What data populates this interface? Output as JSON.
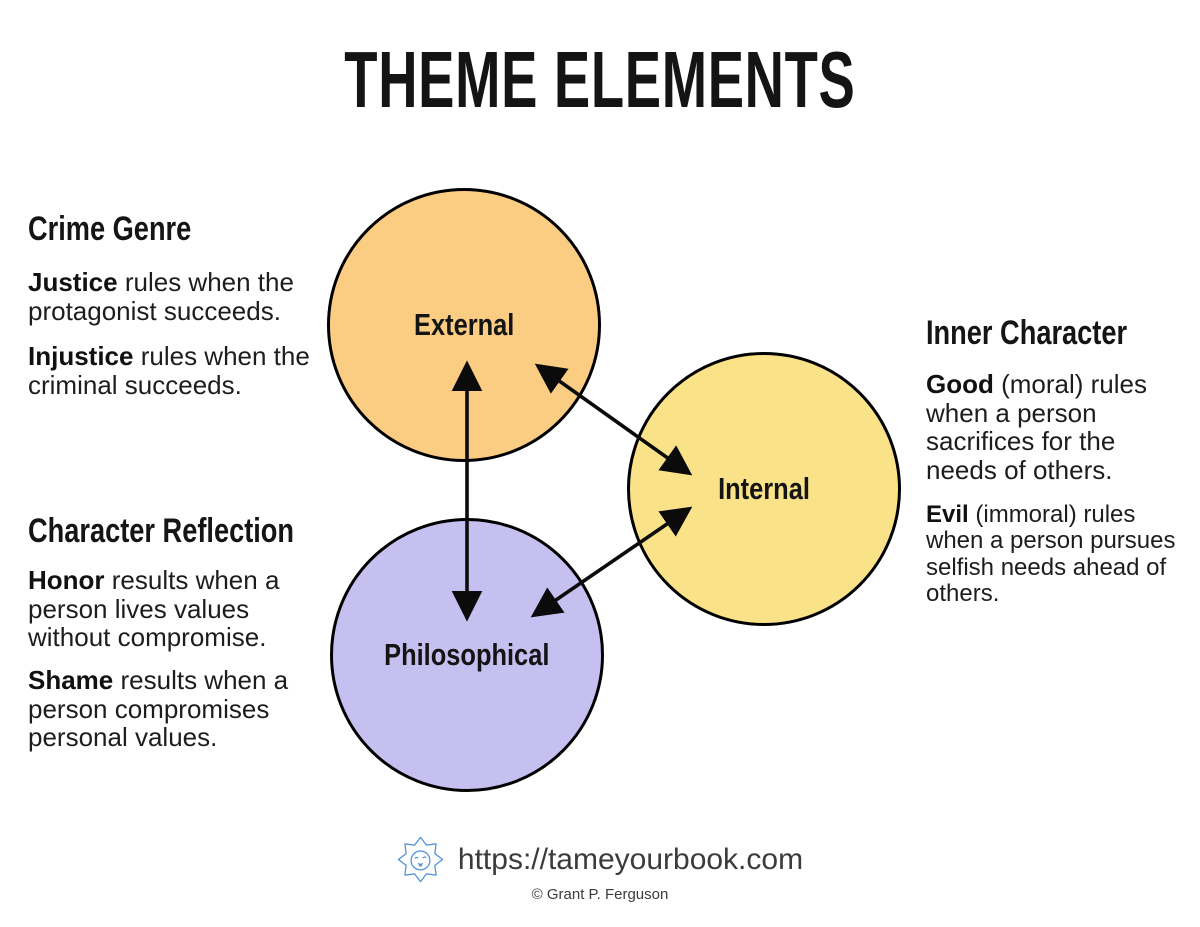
{
  "title": "THEME ELEMENTS",
  "left": {
    "crime": {
      "heading": "Crime Genre",
      "p1_bold": "Justice",
      "p1_rest": " rules when the protagonist succeeds.",
      "p2_bold": "Injustice",
      "p2_rest": " rules when the criminal succeeds."
    },
    "reflection": {
      "heading": "Character Reflection",
      "p1_bold": "Honor",
      "p1_rest": " results when a person lives values without compromise.",
      "p2_bold": "Shame",
      "p2_rest": " results when a person compromises personal values."
    }
  },
  "right": {
    "inner": {
      "heading": "Inner Character",
      "p1_bold": "Good",
      "p1_rest": " (moral) rules when a person sacrifices for the needs of others.",
      "p2_bold": "Evil",
      "p2_rest": " (immoral) rules when a person pursues selfish needs ahead of others."
    }
  },
  "circles": {
    "external": {
      "label": "External",
      "color": "#FBCD83"
    },
    "internal": {
      "label": "Internal",
      "color": "#FAE289"
    },
    "philosophical": {
      "label": "Philosophical",
      "color": "#C6C0F1"
    }
  },
  "arrows": {
    "color": "#0b0b0b"
  },
  "footer": {
    "url": "https://tameyourbook.com",
    "copyright": "© Grant P. Ferguson",
    "logo": "lion-logo",
    "logo_color": "#4A8FD8"
  }
}
